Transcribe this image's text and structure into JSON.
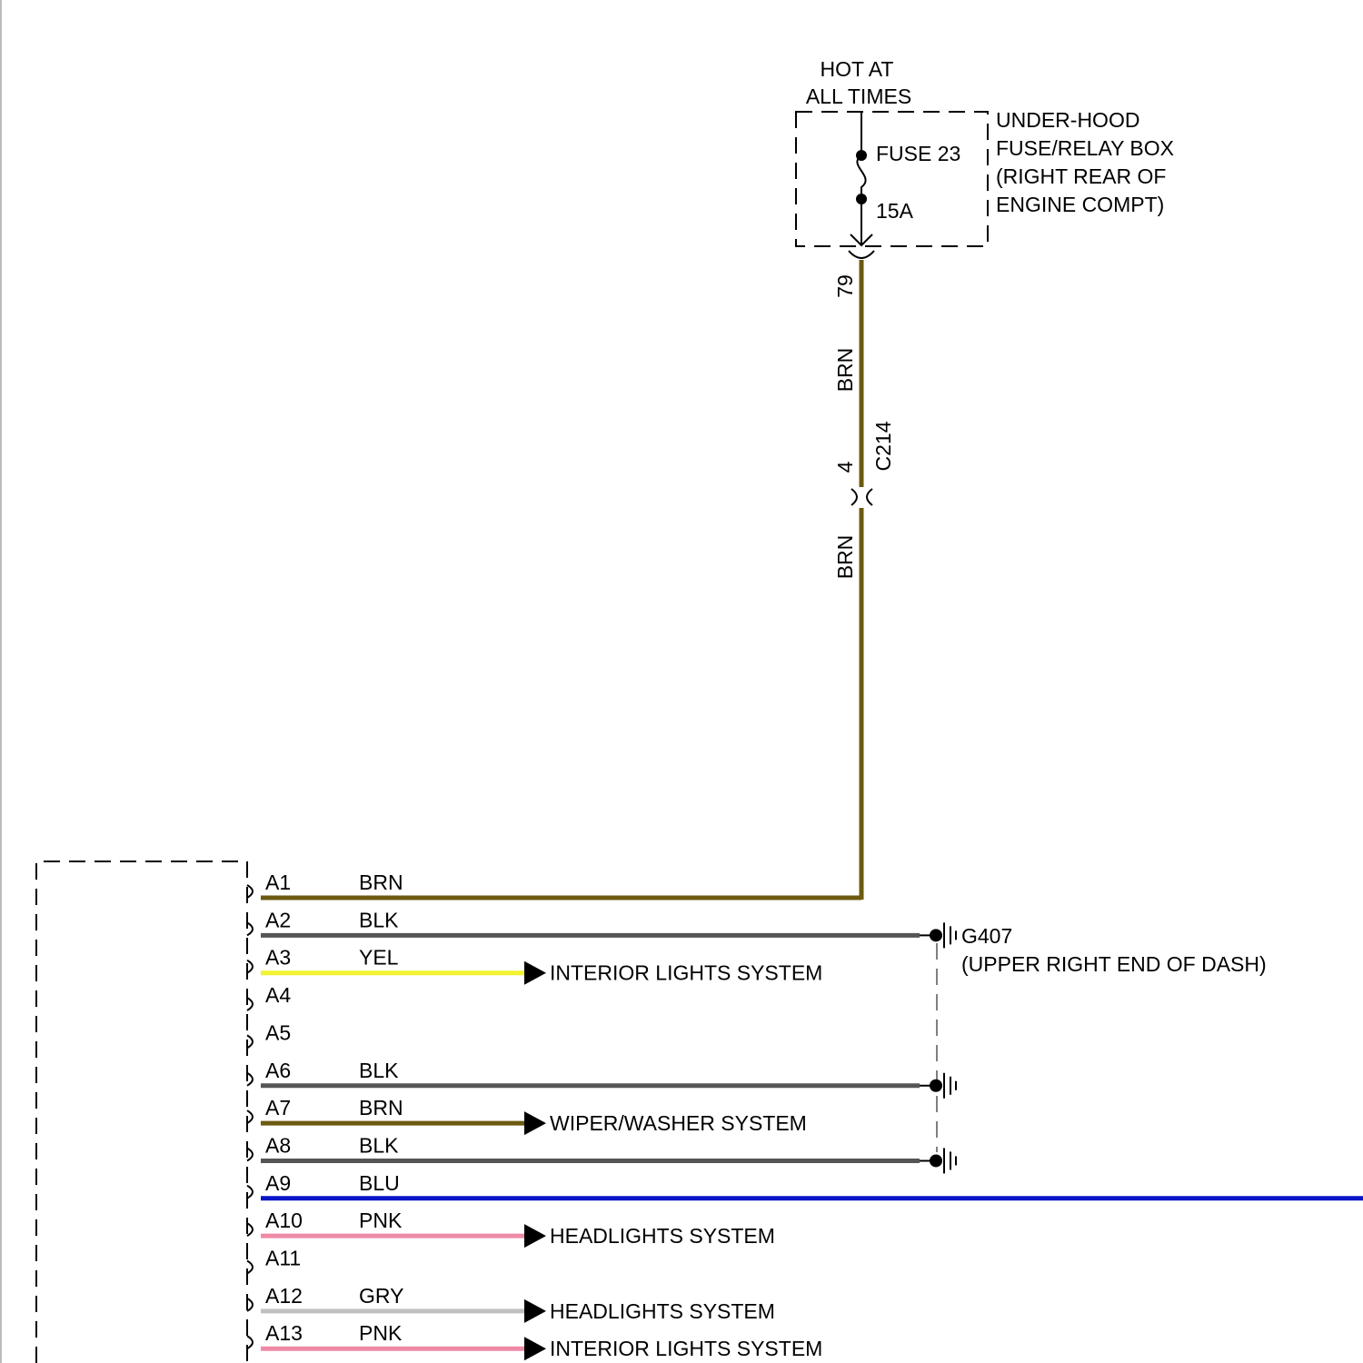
{
  "power_source": {
    "hot_label_line1": "HOT AT",
    "hot_label_line2": "ALL TIMES",
    "fuse_label": "FUSE 23",
    "fuse_rating": "15A",
    "box_name": [
      "UNDER-HOOD",
      "FUSE/RELAY BOX",
      "(RIGHT REAR OF",
      "ENGINE COMPT)"
    ]
  },
  "feed_wire": {
    "terminal": "79",
    "color_upper": "BRN",
    "connector": "C214",
    "connector_pin": "4",
    "color_lower": "BRN",
    "color_hex": "#6b5a0f"
  },
  "ground": {
    "name": "G407",
    "location": "(UPPER RIGHT END OF DASH)"
  },
  "pins": [
    {
      "pin": "A1",
      "color": "BRN",
      "hex": "#6b5a0f",
      "dest": ""
    },
    {
      "pin": "A2",
      "color": "BLK",
      "hex": "#555555",
      "dest": ""
    },
    {
      "pin": "A3",
      "color": "YEL",
      "hex": "#f2f230",
      "dest": "INTERIOR LIGHTS SYSTEM"
    },
    {
      "pin": "A4",
      "color": "",
      "hex": "",
      "dest": ""
    },
    {
      "pin": "A5",
      "color": "",
      "hex": "",
      "dest": ""
    },
    {
      "pin": "A6",
      "color": "BLK",
      "hex": "#555555",
      "dest": ""
    },
    {
      "pin": "A7",
      "color": "BRN",
      "hex": "#6b5a0f",
      "dest": "WIPER/WASHER SYSTEM"
    },
    {
      "pin": "A8",
      "color": "BLK",
      "hex": "#555555",
      "dest": ""
    },
    {
      "pin": "A9",
      "color": "BLU",
      "hex": "#0a14c8",
      "dest": ""
    },
    {
      "pin": "A10",
      "color": "PNK",
      "hex": "#ee8aa6",
      "dest": "HEADLIGHTS SYSTEM"
    },
    {
      "pin": "A11",
      "color": "",
      "hex": "",
      "dest": ""
    },
    {
      "pin": "A12",
      "color": "GRY",
      "hex": "#c0c0c0",
      "dest": "HEADLIGHTS SYSTEM"
    },
    {
      "pin": "A13",
      "color": "PNK",
      "hex": "#ee8aa6",
      "dest": "INTERIOR LIGHTS SYSTEM"
    }
  ]
}
